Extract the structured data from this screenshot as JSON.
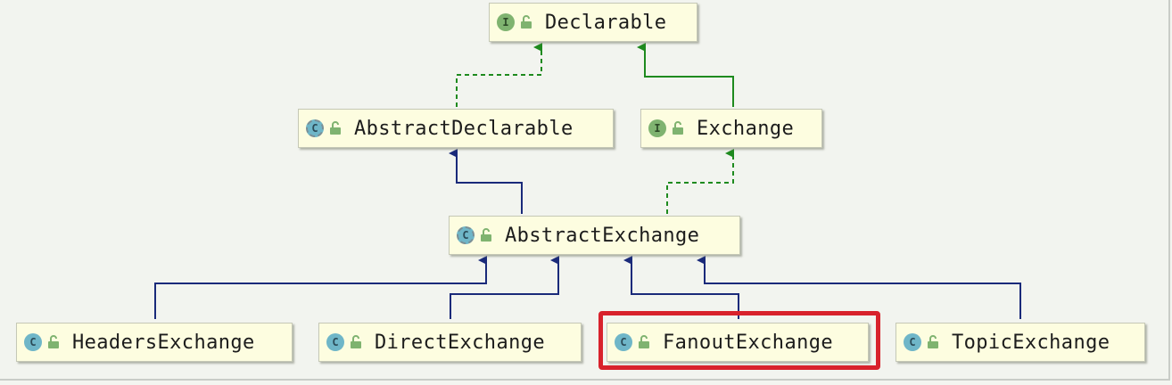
{
  "nodes": {
    "declarable": {
      "label": "Declarable",
      "kind": "interface",
      "kind_letter": "I",
      "visibility_icon": "unlock-icon"
    },
    "abstract_declarable": {
      "label": "AbstractDeclarable",
      "kind": "abstract-class",
      "kind_letter": "C",
      "visibility_icon": "unlock-icon"
    },
    "exchange": {
      "label": "Exchange",
      "kind": "interface",
      "kind_letter": "I",
      "visibility_icon": "unlock-icon"
    },
    "abstract_exchange": {
      "label": "AbstractExchange",
      "kind": "abstract-class",
      "kind_letter": "C",
      "visibility_icon": "unlock-icon"
    },
    "headers_exchange": {
      "label": "HeadersExchange",
      "kind": "class",
      "kind_letter": "C",
      "visibility_icon": "unlock-icon"
    },
    "direct_exchange": {
      "label": "DirectExchange",
      "kind": "class",
      "kind_letter": "C",
      "visibility_icon": "unlock-icon"
    },
    "fanout_exchange": {
      "label": "FanoutExchange",
      "kind": "class",
      "kind_letter": "C",
      "visibility_icon": "unlock-icon",
      "highlighted": true
    },
    "topic_exchange": {
      "label": "TopicExchange",
      "kind": "class",
      "kind_letter": "C",
      "visibility_icon": "unlock-icon"
    }
  },
  "edges": [
    {
      "from": "abstract_declarable",
      "to": "declarable",
      "type": "implements",
      "style": "dashed",
      "color": "#1e8a1e"
    },
    {
      "from": "exchange",
      "to": "declarable",
      "type": "extends",
      "style": "solid",
      "color": "#1e8a1e"
    },
    {
      "from": "abstract_exchange",
      "to": "abstract_declarable",
      "type": "extends",
      "style": "solid",
      "color": "#1a2a7a"
    },
    {
      "from": "abstract_exchange",
      "to": "exchange",
      "type": "implements",
      "style": "dashed",
      "color": "#1e8a1e"
    },
    {
      "from": "headers_exchange",
      "to": "abstract_exchange",
      "type": "extends",
      "style": "solid",
      "color": "#1a2a7a"
    },
    {
      "from": "direct_exchange",
      "to": "abstract_exchange",
      "type": "extends",
      "style": "solid",
      "color": "#1a2a7a"
    },
    {
      "from": "fanout_exchange",
      "to": "abstract_exchange",
      "type": "extends",
      "style": "solid",
      "color": "#1a2a7a"
    },
    {
      "from": "topic_exchange",
      "to": "abstract_exchange",
      "type": "extends",
      "style": "solid",
      "color": "#1a2a7a"
    }
  ],
  "colors": {
    "node_fill": "#fdfde0",
    "interface_badge": "#7fb370",
    "class_badge": "#6fb6c8",
    "interface_edge": "#1e8a1e",
    "class_edge": "#1a2a7a",
    "highlight": "#d8222c"
  }
}
